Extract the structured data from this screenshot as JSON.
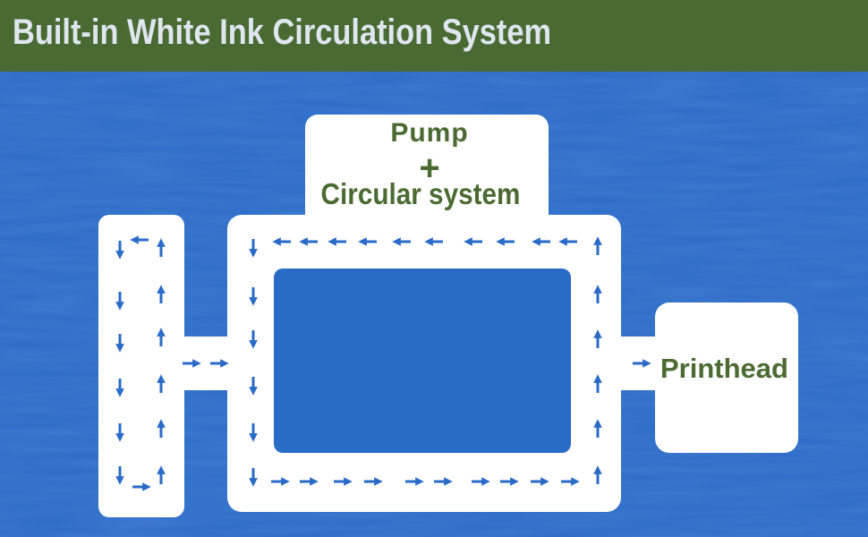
{
  "header": {
    "title": "Built-in White Ink Circulation System"
  },
  "diagram": {
    "pump_label": "Pump",
    "plus_symbol": "+",
    "circular_label": "Circular system",
    "printhead_label": "Printhead"
  },
  "colors": {
    "banner": "#4a6a34",
    "background": "#2a6bc8",
    "label_text": "#4b6b33",
    "pipe": "#ffffff",
    "arrow": "#2a6bc8"
  }
}
